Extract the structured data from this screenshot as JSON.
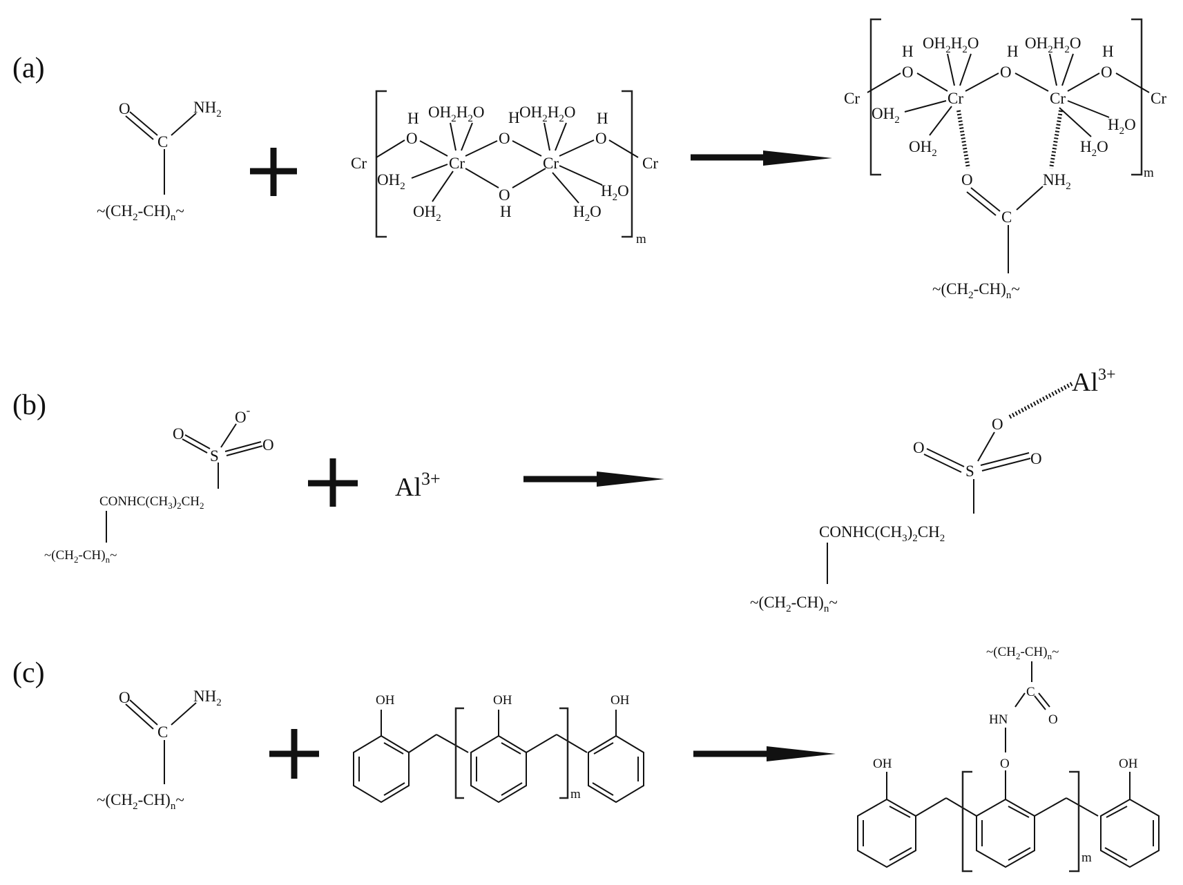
{
  "figure": {
    "panels": [
      {
        "label": "(a)",
        "reactant_1": {
          "O": "O",
          "NH2": "NH",
          "sub2": "2",
          "C": "C",
          "chain": "~(CH",
          "chain_sub": "2",
          "chain_mid": "-CH)",
          "chain_n": "n",
          "chain_end": "~"
        },
        "reactant_2": {
          "Cr": "Cr",
          "O": "O",
          "H": "H",
          "OH": "OH",
          "H2O": "H",
          "sub2": "2",
          "m": "m"
        },
        "product": {
          "Cr": "Cr",
          "O": "O",
          "H": "H",
          "NH2": "NH",
          "sub2": "2",
          "C": "C",
          "m": "m"
        }
      },
      {
        "label": "(b)",
        "reactant_1": {
          "O": "O",
          "S": "S",
          "minus": "-",
          "amide": "CONHC(CH",
          "sub3": "3",
          "amide_end": ")",
          "amide_sub2": "2",
          "ch2": "CH",
          "sub2": "2"
        },
        "reactant_2": {
          "ion": "Al",
          "charge": "3+"
        },
        "product": {
          "ion": "Al",
          "charge": "3+",
          "O": "O",
          "S": "S"
        }
      },
      {
        "label": "(c)",
        "reactant_1": {
          "O": "O",
          "NH2": "NH",
          "sub2": "2",
          "C": "C"
        },
        "reactant_2": {
          "OH": "OH",
          "m": "m"
        },
        "product": {
          "OH": "OH",
          "HN": "HN",
          "O": "O",
          "C": "C",
          "m": "m"
        }
      }
    ]
  },
  "colors": {
    "ink": "#111111",
    "background": "#ffffff"
  }
}
